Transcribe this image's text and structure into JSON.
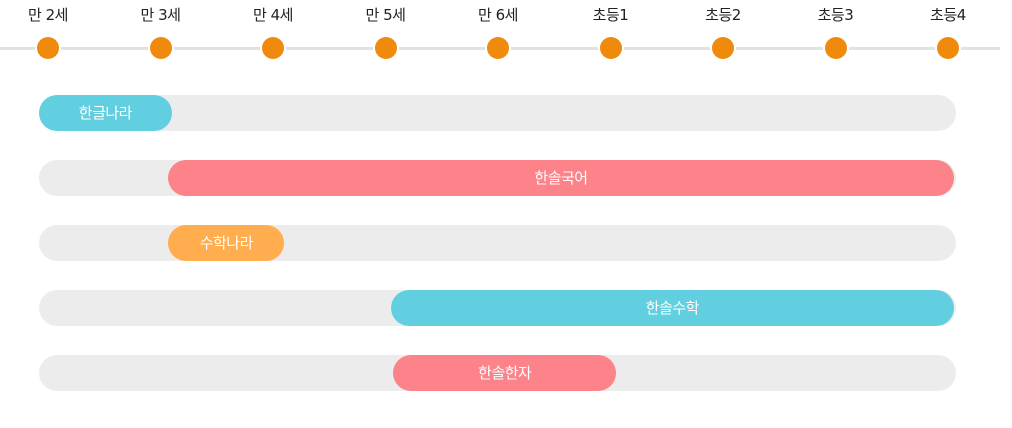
{
  "timeline": {
    "stages": [
      "만 2세",
      "만 3세",
      "만 4세",
      "만 5세",
      "만 6세",
      "초등1",
      "초등2",
      "초등3",
      "초등4"
    ],
    "dot_color": "#f08a0c",
    "line_color": "#e2e2e2"
  },
  "programs": [
    {
      "label": "한글나라",
      "color": "#62cfe0",
      "start_stage": 0,
      "end_stage": 1.1
    },
    {
      "label": "한솔국어",
      "color": "#fb8389",
      "start_stage": 1.07,
      "end_stage": 8.05
    },
    {
      "label": "수학나라",
      "color": "#ffad4e",
      "start_stage": 1.07,
      "end_stage": 2.1
    },
    {
      "label": "한솔수학",
      "color": "#62cfe0",
      "start_stage": 3.05,
      "end_stage": 8.05
    },
    {
      "label": "한솔한자",
      "color": "#fb8389",
      "start_stage": 3.07,
      "end_stage": 5.05
    }
  ],
  "track_color": "#ececec"
}
